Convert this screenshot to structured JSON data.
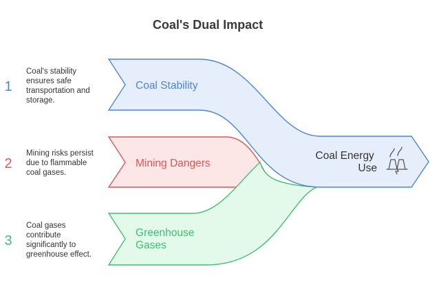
{
  "title": "Coal's Dual Impact",
  "colors": {
    "blue": "#4a86d8",
    "blue_fill": "#e6eefb",
    "red": "#e05555",
    "red_fill": "#fde6e6",
    "green": "#3fbf72",
    "green_fill": "#e3f9ea",
    "text": "#333333"
  },
  "items": [
    {
      "number": "1",
      "label": "Coal Stability",
      "description": [
        "Coal's stability",
        "ensures safe",
        "transportation and",
        "storage."
      ]
    },
    {
      "number": "2",
      "label": "Mining Dangers",
      "description": [
        "Mining risks persist",
        "due to flammable",
        "coal gases."
      ]
    },
    {
      "number": "3",
      "label": [
        "Greenhouse",
        "Gases"
      ],
      "description": [
        "Coal gases",
        "contribute",
        "significantly to",
        "greenhouse effect."
      ]
    }
  ],
  "destination": {
    "label": [
      "Coal Energy",
      "Use"
    ],
    "icon": "power-plant-icon"
  }
}
